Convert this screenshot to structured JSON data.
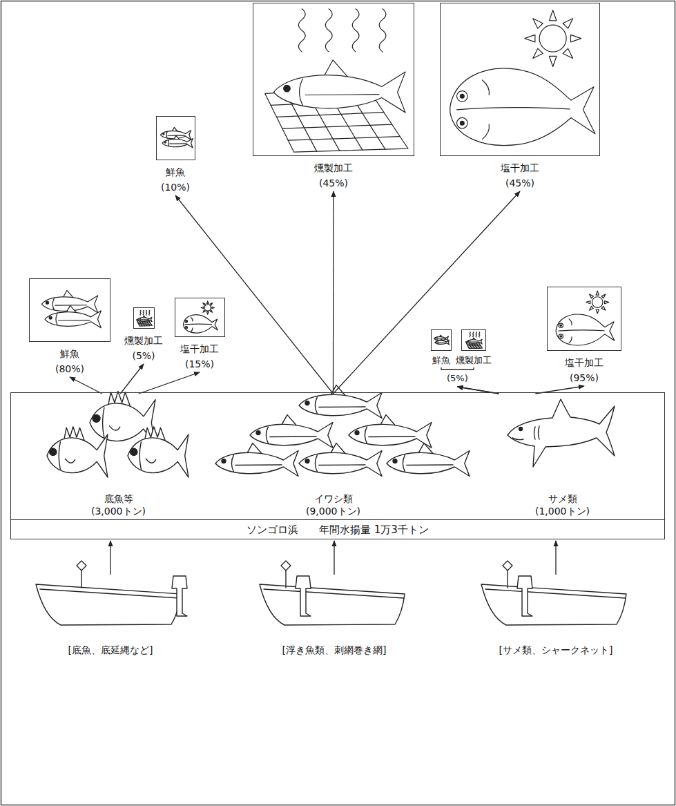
{
  "diagram": {
    "nodes": [
      {
        "text": [
          "鮮魚",
          "(10%)"
        ]
      },
      {
        "text": [
          "燻製加工",
          "(45%)"
        ]
      },
      {
        "text": [
          "塩干加工",
          "(45%)"
        ]
      },
      {
        "text": [
          "鮮魚",
          "(80%)"
        ]
      },
      {
        "text": [
          "燻製加工",
          "(5%)"
        ]
      },
      {
        "text": [
          "塩干加工",
          "(15%)"
        ]
      },
      {
        "text": [
          "鮮魚"
        ]
      },
      {
        "text": [
          "燻製加工"
        ]
      },
      {
        "text": [
          "塩干加工",
          "(95%)"
        ]
      },
      {
        "text": [
          "ソンゴロ浜　　年間水揚量 1万3千トン"
        ]
      },
      {
        "text": [
          "底魚等",
          "(3,000トン)"
        ],
        "in": 9
      },
      {
        "text": [
          "イワシ類",
          "(9,000トン)"
        ],
        "in": 9
      },
      {
        "text": [
          "サメ類",
          "(1,000トン)"
        ],
        "in": 9
      },
      {
        "text": [
          "[底魚、底延縄など]"
        ]
      },
      {
        "text": [
          "[浮き魚類、刺網巻き網]"
        ]
      },
      {
        "text": [
          "[サメ類、シャークネット]"
        ]
      }
    ],
    "edges": [
      {
        "from": 10,
        "to": 3,
        "arrow": "to"
      },
      {
        "from": 10,
        "to": 4,
        "arrow": "to"
      },
      {
        "from": 10,
        "to": 5,
        "arrow": "to"
      },
      {
        "from": 11,
        "to": 0,
        "arrow": "to"
      },
      {
        "from": 11,
        "to": 1,
        "arrow": "to"
      },
      {
        "from": 11,
        "to": 2,
        "arrow": "to"
      },
      {
        "from": 12,
        "to": 6,
        "arrow": "to"
      },
      {
        "from": 12,
        "to": 7,
        "arrow": "to"
      },
      {
        "from": 12,
        "to": 8,
        "arrow": "to"
      },
      {
        "from": 13,
        "to": 9,
        "arrow": "to"
      },
      {
        "from": 14,
        "to": 9,
        "arrow": "to"
      },
      {
        "from": 15,
        "to": 9,
        "arrow": "to"
      }
    ],
    "labels": [
      "(5%)"
    ]
  }
}
